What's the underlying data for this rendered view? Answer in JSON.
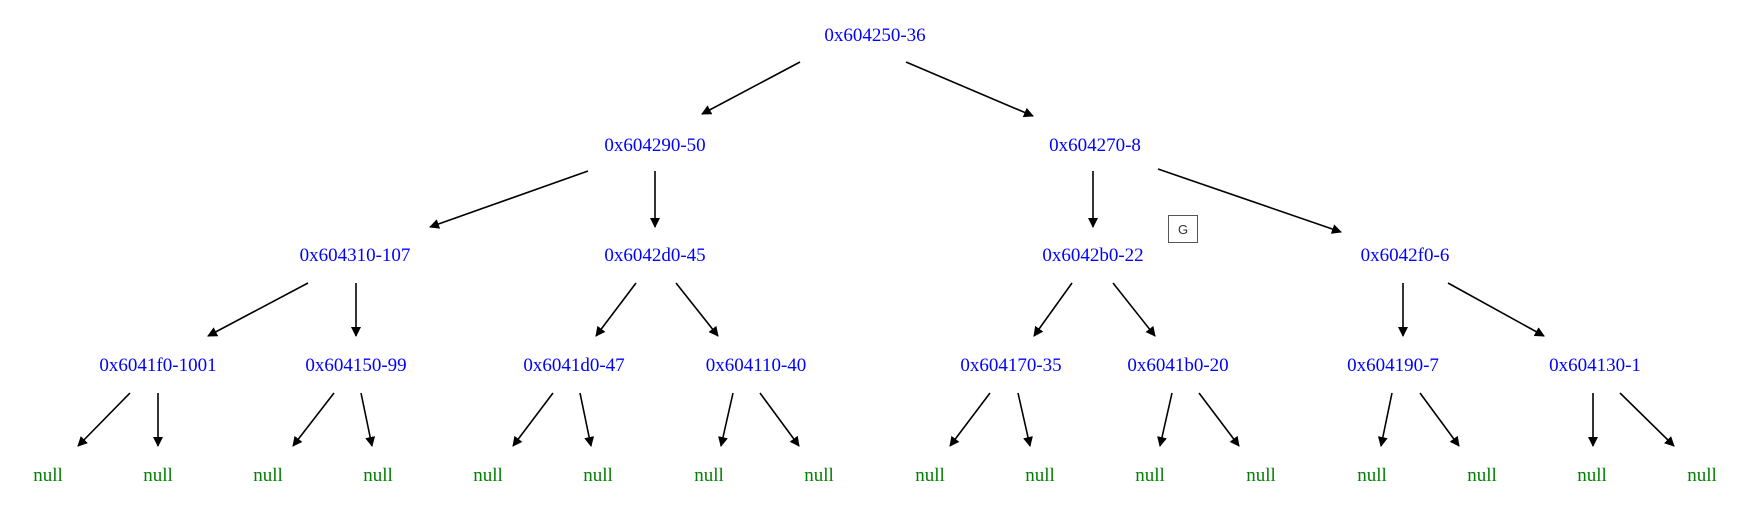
{
  "nodes": [
    {
      "id": "n0",
      "label": "0x604250-36",
      "kind": "node"
    },
    {
      "id": "n1",
      "label": "0x604290-50",
      "kind": "node"
    },
    {
      "id": "n2",
      "label": "0x604270-8",
      "kind": "node"
    },
    {
      "id": "n3",
      "label": "0x604310-107",
      "kind": "node"
    },
    {
      "id": "n4",
      "label": "0x6042d0-45",
      "kind": "node"
    },
    {
      "id": "n5",
      "label": "0x6042b0-22",
      "kind": "node"
    },
    {
      "id": "n6",
      "label": "0x6042f0-6",
      "kind": "node"
    },
    {
      "id": "n7",
      "label": "0x6041f0-1001",
      "kind": "node"
    },
    {
      "id": "n8",
      "label": "0x604150-99",
      "kind": "node"
    },
    {
      "id": "n9",
      "label": "0x6041d0-47",
      "kind": "node"
    },
    {
      "id": "n10",
      "label": "0x604110-40",
      "kind": "node"
    },
    {
      "id": "n11",
      "label": "0x604170-35",
      "kind": "node"
    },
    {
      "id": "n12",
      "label": "0x6041b0-20",
      "kind": "node"
    },
    {
      "id": "n13",
      "label": "0x604190-7",
      "kind": "node"
    },
    {
      "id": "n14",
      "label": "0x604130-1",
      "kind": "node"
    },
    {
      "id": "z0",
      "label": "null",
      "kind": "null"
    },
    {
      "id": "z1",
      "label": "null",
      "kind": "null"
    },
    {
      "id": "z2",
      "label": "null",
      "kind": "null"
    },
    {
      "id": "z3",
      "label": "null",
      "kind": "null"
    },
    {
      "id": "z4",
      "label": "null",
      "kind": "null"
    },
    {
      "id": "z5",
      "label": "null",
      "kind": "null"
    },
    {
      "id": "z6",
      "label": "null",
      "kind": "null"
    },
    {
      "id": "z7",
      "label": "null",
      "kind": "null"
    },
    {
      "id": "z8",
      "label": "null",
      "kind": "null"
    },
    {
      "id": "z9",
      "label": "null",
      "kind": "null"
    },
    {
      "id": "z10",
      "label": "null",
      "kind": "null"
    },
    {
      "id": "z11",
      "label": "null",
      "kind": "null"
    },
    {
      "id": "z12",
      "label": "null",
      "kind": "null"
    },
    {
      "id": "z13",
      "label": "null",
      "kind": "null"
    },
    {
      "id": "z14",
      "label": "null",
      "kind": "null"
    },
    {
      "id": "z15",
      "label": "null",
      "kind": "null"
    }
  ],
  "edges": [
    {
      "from": "n0",
      "to": "n1"
    },
    {
      "from": "n0",
      "to": "n2"
    },
    {
      "from": "n1",
      "to": "n3"
    },
    {
      "from": "n1",
      "to": "n4"
    },
    {
      "from": "n2",
      "to": "n5"
    },
    {
      "from": "n2",
      "to": "n6"
    },
    {
      "from": "n3",
      "to": "n7"
    },
    {
      "from": "n3",
      "to": "n8"
    },
    {
      "from": "n4",
      "to": "n9"
    },
    {
      "from": "n4",
      "to": "n10"
    },
    {
      "from": "n5",
      "to": "n11"
    },
    {
      "from": "n5",
      "to": "n12"
    },
    {
      "from": "n6",
      "to": "n13"
    },
    {
      "from": "n6",
      "to": "n14"
    },
    {
      "from": "n7",
      "to": "z0"
    },
    {
      "from": "n7",
      "to": "z1"
    },
    {
      "from": "n8",
      "to": "z2"
    },
    {
      "from": "n8",
      "to": "z3"
    },
    {
      "from": "n9",
      "to": "z4"
    },
    {
      "from": "n9",
      "to": "z5"
    },
    {
      "from": "n10",
      "to": "z6"
    },
    {
      "from": "n10",
      "to": "z7"
    },
    {
      "from": "n11",
      "to": "z8"
    },
    {
      "from": "n11",
      "to": "z9"
    },
    {
      "from": "n12",
      "to": "z10"
    },
    {
      "from": "n12",
      "to": "z11"
    },
    {
      "from": "n13",
      "to": "z12"
    },
    {
      "from": "n13",
      "to": "z13"
    },
    {
      "from": "n14",
      "to": "z14"
    },
    {
      "from": "n14",
      "to": "z15"
    }
  ],
  "graph_button": {
    "label": "G"
  },
  "colors": {
    "node_text": "#0000ff",
    "null_text": "#008000",
    "edge": "#000000"
  }
}
